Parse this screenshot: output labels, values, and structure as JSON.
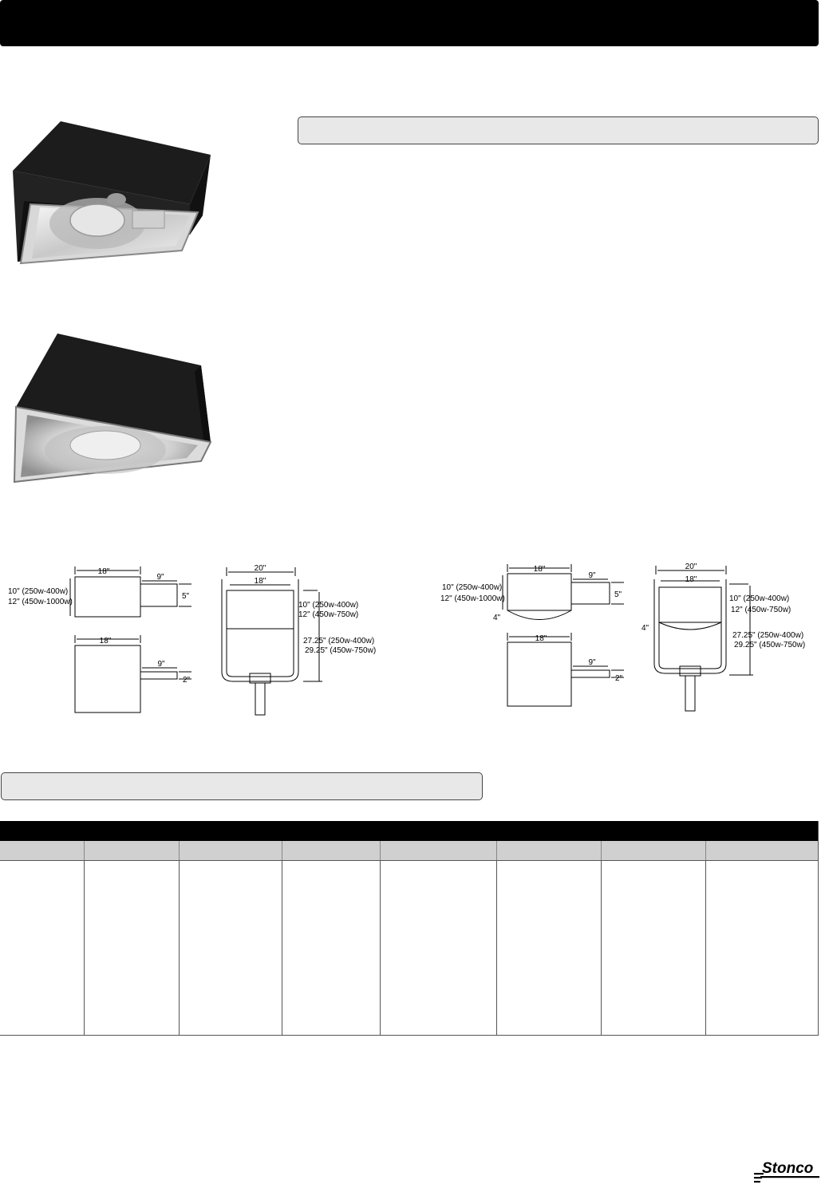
{
  "brand": {
    "name": "Stonco"
  },
  "diagram_left": {
    "side_view": {
      "width": "18\"",
      "arm": "9\"",
      "arm_height": "5\"",
      "height_a": "10\" (250w-400w)",
      "height_b": "12\" (450w-1000w)"
    },
    "top_view": {
      "width": "18\"",
      "arm": "9\"",
      "arm_width": "2\""
    },
    "front_view": {
      "outer_width": "20\"",
      "inner_width": "18\"",
      "height_a": "10\" (250w-400w)",
      "height_b": "12\" (450w-750w)",
      "yoke_a": "27.25\" (250w-400w)",
      "yoke_b": "29.25\" (450w-750w)"
    }
  },
  "diagram_right": {
    "side_view": {
      "width": "18\"",
      "arm": "9\"",
      "arm_height": "5\"",
      "height_a": "10\" (250w-400w)",
      "height_b": "12\" (450w-1000w)",
      "lens_depth": "4\""
    },
    "top_view": {
      "width": "18\"",
      "arm": "9\"",
      "arm_width": "2\""
    },
    "front_view": {
      "outer_width": "20\"",
      "inner_width": "18\"",
      "height_a": "10\" (250w-400w)",
      "height_b": "12\" (450w-750w)",
      "lens_depth": "4\"",
      "yoke_a": "27.25\" (250w-400w)",
      "yoke_b": "29.25\" (450w-750w)"
    }
  }
}
